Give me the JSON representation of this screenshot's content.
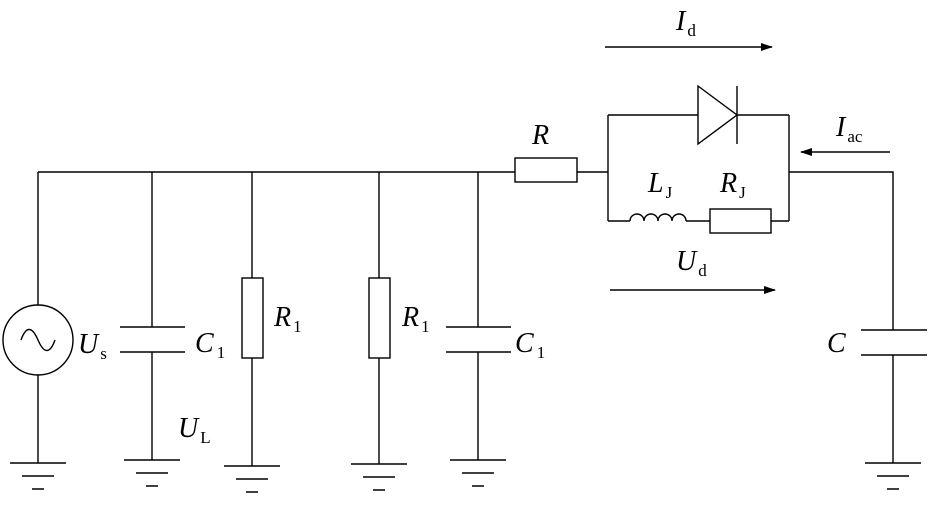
{
  "labels": {
    "us": {
      "main": "U",
      "sub": "s"
    },
    "ul": {
      "main": "U",
      "sub": "L"
    },
    "c1_left": {
      "main": "C",
      "sub": "1"
    },
    "r1_left": {
      "main": "R",
      "sub": "1"
    },
    "r1_right": {
      "main": "R",
      "sub": "1"
    },
    "c1_right": {
      "main": "C",
      "sub": "1"
    },
    "r": {
      "main": "R",
      "sub": ""
    },
    "lj": {
      "main": "L",
      "sub": "J"
    },
    "rj": {
      "main": "R",
      "sub": "J"
    },
    "id": {
      "main": "I",
      "sub": "d"
    },
    "ud": {
      "main": "U",
      "sub": "d"
    },
    "iac": {
      "main": "I",
      "sub": "ac"
    },
    "c": {
      "main": "C",
      "sub": ""
    }
  }
}
